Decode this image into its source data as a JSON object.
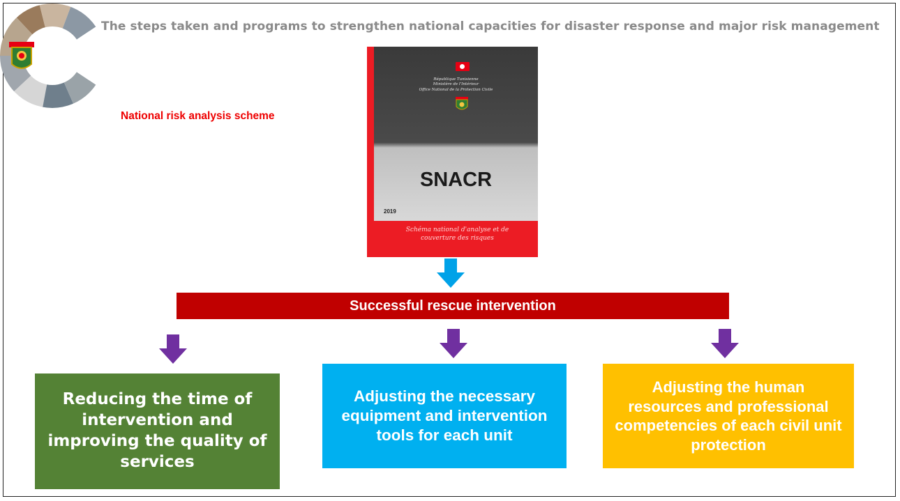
{
  "header": {
    "title": "The steps taken and programs to strengthen national capacities for disaster response and major risk management"
  },
  "caption": "National risk analysis scheme",
  "cover": {
    "org": "République Tunisienne\nMinistère de l'Intérieur\nOffice National de la Protection Civile",
    "acronym": "SNACR",
    "year": "2019",
    "subtitle": "Schéma national d'analyse et de\ncouverture des risques"
  },
  "banner": "Successful rescue intervention",
  "outcomes": [
    {
      "text": "Reducing the time of intervention  and improving the quality of services",
      "color": "#548235"
    },
    {
      "text": "Adjusting the necessary equipment and intervention tools for each unit",
      "color": "#00b0f0"
    },
    {
      "text": "Adjusting the human resources and professional competencies of each civil unit protection",
      "color": "#ffc000"
    }
  ],
  "colors": {
    "banner": "#c00000",
    "caption": "#ee0000",
    "arrow_blue": "#00a2e8",
    "arrow_purple": "#7030a0"
  },
  "icons": [
    "civil-protection-logo-icon",
    "arrow-down-icon"
  ]
}
